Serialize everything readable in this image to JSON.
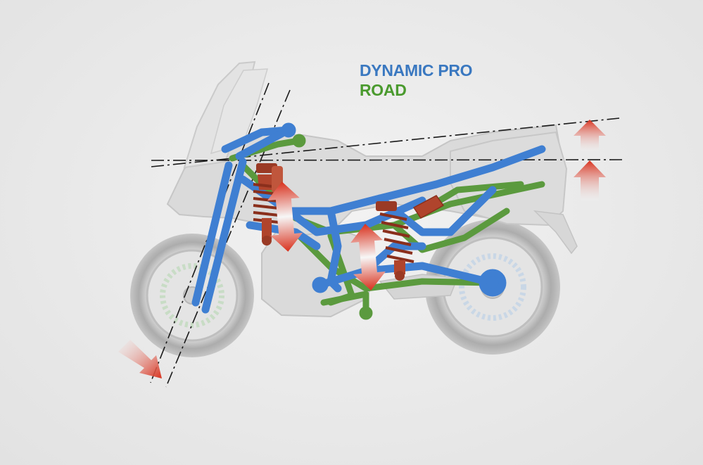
{
  "legend": {
    "dynamic_pro": {
      "label": "DYNAMIC PRO",
      "color": "#3a78c0"
    },
    "road": {
      "label": "ROAD",
      "color": "#4a9a2e"
    }
  },
  "colors": {
    "frame_dynamic_pro": "#3f7fd2",
    "frame_road": "#5b9a3e",
    "shock": "#b0442c",
    "arrow": "#d8301c",
    "ghost_bike": "#cfcfcf",
    "guide_line": "#1a1a1a"
  },
  "icons": [
    "motorcycle-ghost",
    "front-shock",
    "rear-shock",
    "up-arrow",
    "down-arrow",
    "double-arrow"
  ]
}
